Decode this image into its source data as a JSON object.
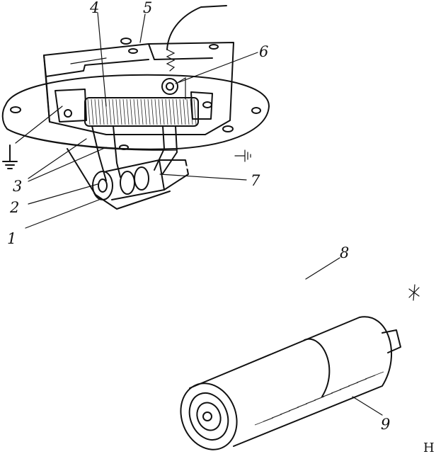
{
  "figure": {
    "callouts": [
      {
        "id": "1",
        "text": "1"
      },
      {
        "id": "2",
        "text": "2"
      },
      {
        "id": "3",
        "text": "3"
      },
      {
        "id": "4",
        "text": "4"
      },
      {
        "id": "5",
        "text": "5"
      },
      {
        "id": "6",
        "text": "6"
      },
      {
        "id": "7",
        "text": "7"
      },
      {
        "id": "8",
        "text": "8"
      },
      {
        "id": "9",
        "text": "9"
      }
    ],
    "corner_text": "Н",
    "icons": [
      "ground-symbol-icon",
      "ground-symbol-icon"
    ],
    "ink_color": "#111111",
    "background_color": "#ffffff"
  }
}
